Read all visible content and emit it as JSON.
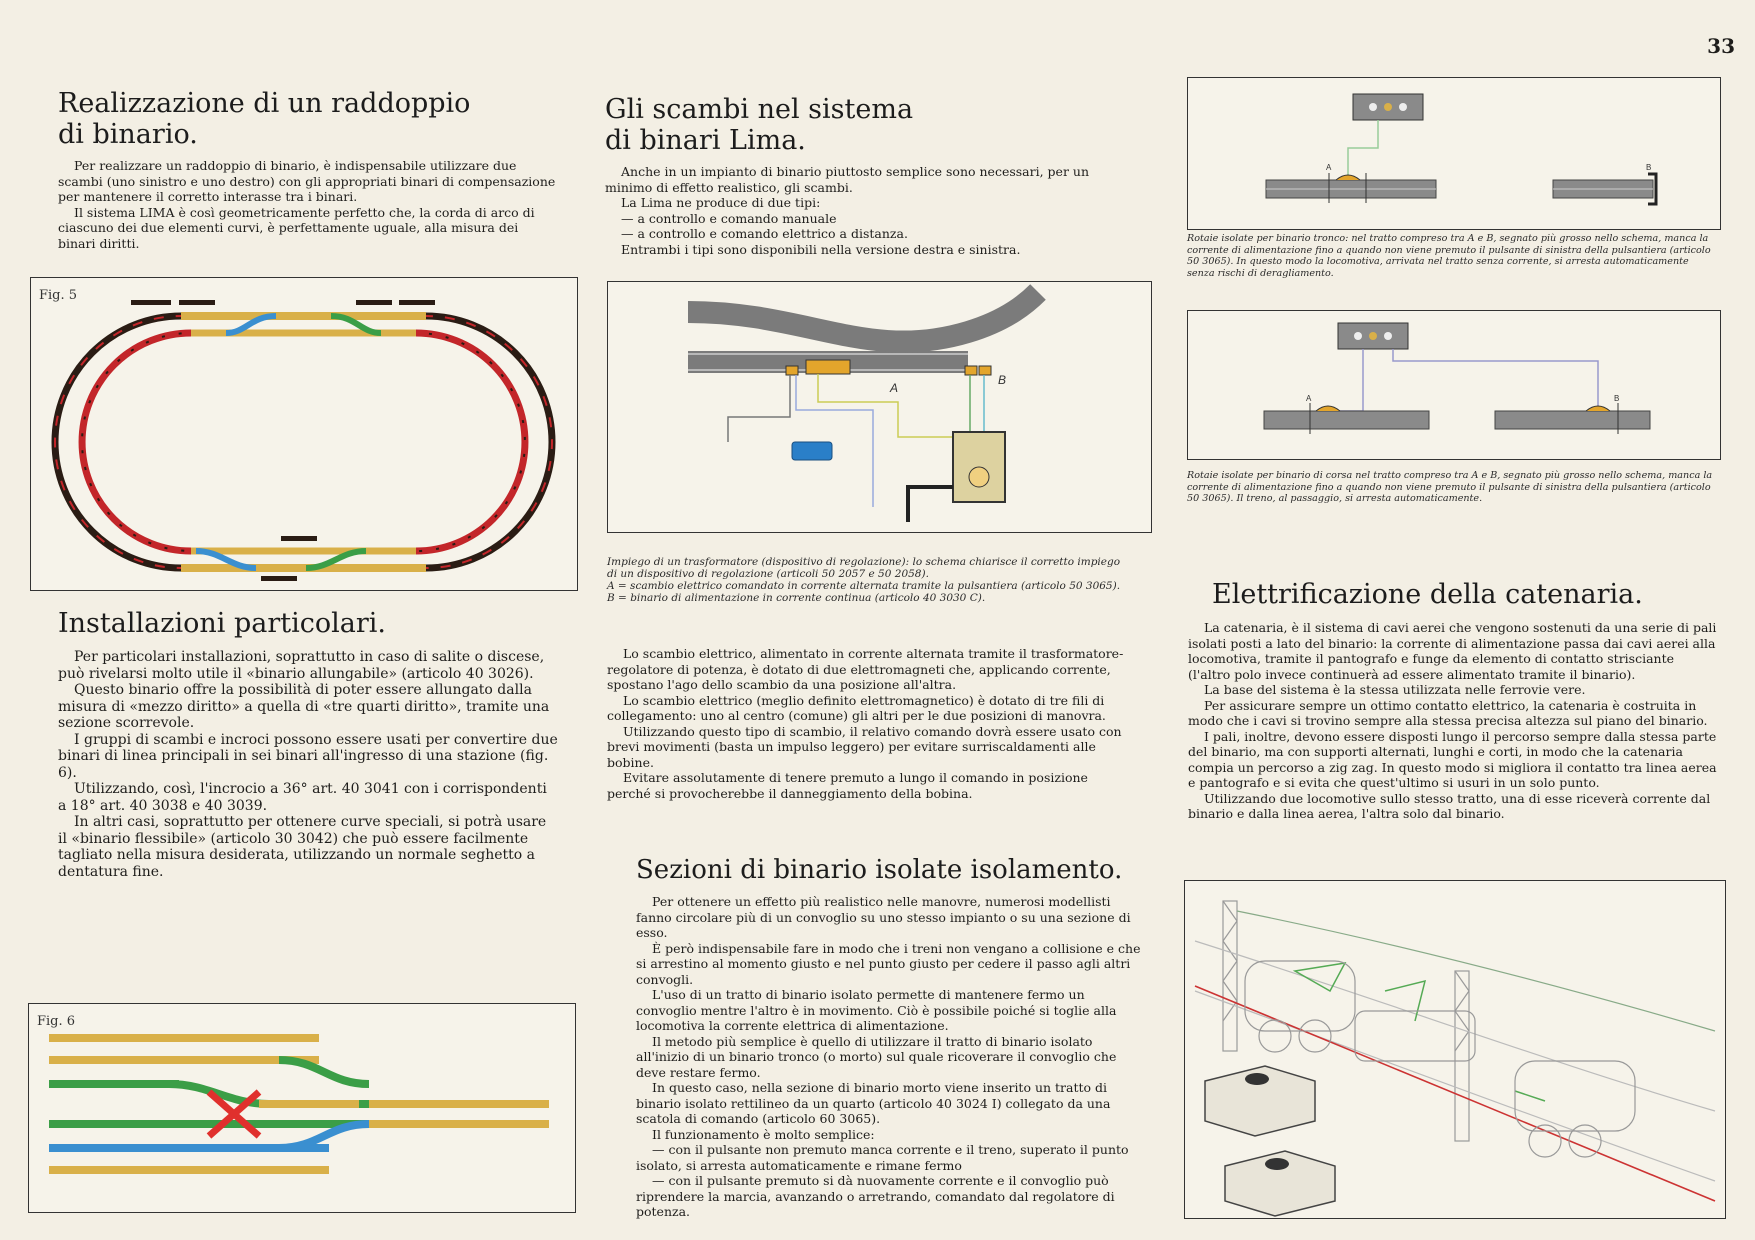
{
  "page_number": "33",
  "sections": {
    "raddoppio": {
      "title_l1": "Realizzazione di un raddoppio",
      "title_l2": "di binario.",
      "body": [
        "Per realizzare un raddoppio di binario, è indispensabile utilizzare due scambi (uno sinistro e uno destro) con gli appropriati binari di compensazione per mantenere il corretto interasse tra i binari.",
        "Il sistema LIMA è così geometricamente perfetto che, la corda di arco di ciascuno dei due elementi curvi, è perfettamente uguale, alla misura dei binari diritti."
      ]
    },
    "fig5": {
      "label": "Fig. 5"
    },
    "installazioni": {
      "title": "Installazioni particolari.",
      "body": [
        "Per particolari installazioni, soprattutto in caso di salite o discese, può rivelarsi molto utile il «binario allungabile» (articolo 40 3026).",
        "Questo binario offre la possibilità di poter essere allungato dalla misura di «mezzo diritto» a quella di «tre quarti diritto», tramite una sezione scorrevole.",
        "I gruppi di scambi e incroci possono essere usati per convertire due binari di linea principali in sei binari all'ingresso di una stazione (fig. 6).",
        "Utilizzando, così, l'incrocio a 36° art. 40 3041 con i corrispondenti a 18° art. 40 3038 e 40 3039.",
        "In altri casi, soprattutto per ottenere curve speciali, si potrà usare il «binario flessibile» (articolo 30 3042) che può essere facilmente tagliato nella misura desiderata, utilizzando un normale seghetto a dentatura fine."
      ]
    },
    "fig6": {
      "label": "Fig. 6"
    },
    "scambi": {
      "title_l1": "Gli scambi nel sistema",
      "title_l2": "di binari Lima.",
      "intro": "Anche in un impianto di binario piuttosto semplice sono necessari, per un minimo di effetto realistico, gli scambi.",
      "produce": "La Lima ne produce di due tipi:",
      "list": [
        "— a controllo e comando manuale",
        "— a controllo e comando elettrico a distanza."
      ],
      "both": "Entrambi i tipi sono disponibili nella versione destra e sinistra.",
      "fig_a": "A",
      "fig_b": "B",
      "caption": [
        "Impiego di un trasformatore (dispositivo di regolazione): lo schema chiarisce il corretto impiego di un dispositivo di regolazione (articoli 50 2057 e 50 2058).",
        "A = scambio elettrico comandato in corrente alternata tramite la pulsantiera (articolo 50 3065).",
        "B = binario di alimentazione in corrente continua (articolo 40 3030 C)."
      ],
      "body": [
        "Lo scambio elettrico, alimentato in corrente alternata tramite il trasformatore-regolatore di potenza, è dotato di due elettromagneti che, applicando corrente, spostano l'ago dello scambio da una posizione all'altra.",
        "Lo scambio elettrico (meglio definito elettromagnetico) è dotato di tre fili di collegamento: uno al centro (comune) gli altri per le due posizioni di manovra.",
        "Utilizzando questo tipo di scambio, il relativo comando dovrà essere usato con brevi movimenti (basta un impulso leggero) per evitare surriscaldamenti alle bobine.",
        "Evitare assolutamente di tenere premuto a lungo il comando in posizione perché si provocherebbe il danneggiamento della bobina."
      ]
    },
    "sezioni": {
      "title": "Sezioni di binario isolate isolamento.",
      "body": [
        "Per ottenere un effetto più realistico nelle manovre, numerosi modellisti fanno circolare più di un convoglio su uno stesso impianto o su una sezione di esso.",
        "È però indispensabile fare in modo che i treni non vengano a collisione e che si arrestino al momento giusto e nel punto giusto per cedere il passo agli altri convogli.",
        "L'uso di un tratto di binario isolato permette di mantenere fermo un convoglio mentre l'altro è in movimento. Ciò è possibile poiché si toglie alla locomotiva la corrente elettrica di alimentazione.",
        "Il metodo più semplice è quello di utilizzare il tratto di binario isolato all'inizio di un binario tronco (o morto) sul quale ricoverare il convoglio che deve restare fermo.",
        "In questo caso, nella sezione di binario morto viene inserito un tratto di binario isolato rettilineo da un quarto (articolo 40 3024 I) collegato da una scatola di comando (articolo 60 3065).",
        "Il funzionamento è molto semplice:",
        "— con il pulsante non premuto manca corrente e il treno, superato il punto isolato, si arresta automaticamente e rimane fermo",
        "— con il pulsante premuto si dà nuovamente corrente e il convoglio può riprendere la marcia, avanzando o arretrando, comandato dal regolatore di potenza."
      ]
    },
    "rotaie": {
      "fig1_a": "A",
      "fig1_b": "B",
      "caption1": "Rotaie isolate per binario tronco: nel tratto compreso tra A e B, segnato più grosso nello schema, manca la corrente di alimentazione fino a quando non viene premuto il pulsante di sinistra della pulsantiera (articolo 50 3065). In questo modo la locomotiva, arrivata nel tratto senza corrente, si arresta automaticamente senza rischi di deragliamento.",
      "fig2_a": "A",
      "fig2_b": "B",
      "caption2": "Rotaie isolate per binario di corsa nel tratto compreso tra A e B, segnato più grosso nello schema, manca la corrente di alimentazione fino a quando non viene premuto il pulsante di sinistra della pulsantiera (articolo 50 3065). Il treno, al passaggio, si arresta automaticamente."
    },
    "catenaria": {
      "title": "Elettrificazione della catenaria.",
      "body": [
        "La catenaria, è il sistema di cavi aerei che vengono sostenuti da una serie di pali isolati posti a lato del binario: la corrente di alimentazione passa dai cavi aerei alla locomotiva, tramite il pantografo e funge da elemento di contatto strisciante (l'altro polo invece continuerà ad essere alimentato tramite il binario).",
        "La base del sistema è la stessa utilizzata nelle ferrovie vere.",
        "Per assicurare sempre un ottimo contatto elettrico, la catenaria è costruita in modo che i cavi si trovino sempre alla stessa precisa altezza sul piano del binario.",
        "I pali, inoltre, devono essere disposti lungo il percorso sempre dalla stessa parte del binario, ma con supporti alternati, lunghi e corti, in modo che la catenaria compia un percorso a zig zag. In questo modo si migliora il contatto tra linea aerea e pantografo e si evita che quest'ultimo si usuri in un solo punto.",
        "Utilizzando due locomotive sullo stesso tratto, una di esse riceverà corrente dal binario e dalla linea aerea, l'altra solo dal binario."
      ]
    },
    "colors": {
      "track_yellow": "#d9b049",
      "track_green": "#3b9e47",
      "track_blue": "#3a8fd0",
      "track_red": "#c3262a",
      "track_black": "#2a1c14",
      "crossing_red": "#e0302d"
    }
  }
}
